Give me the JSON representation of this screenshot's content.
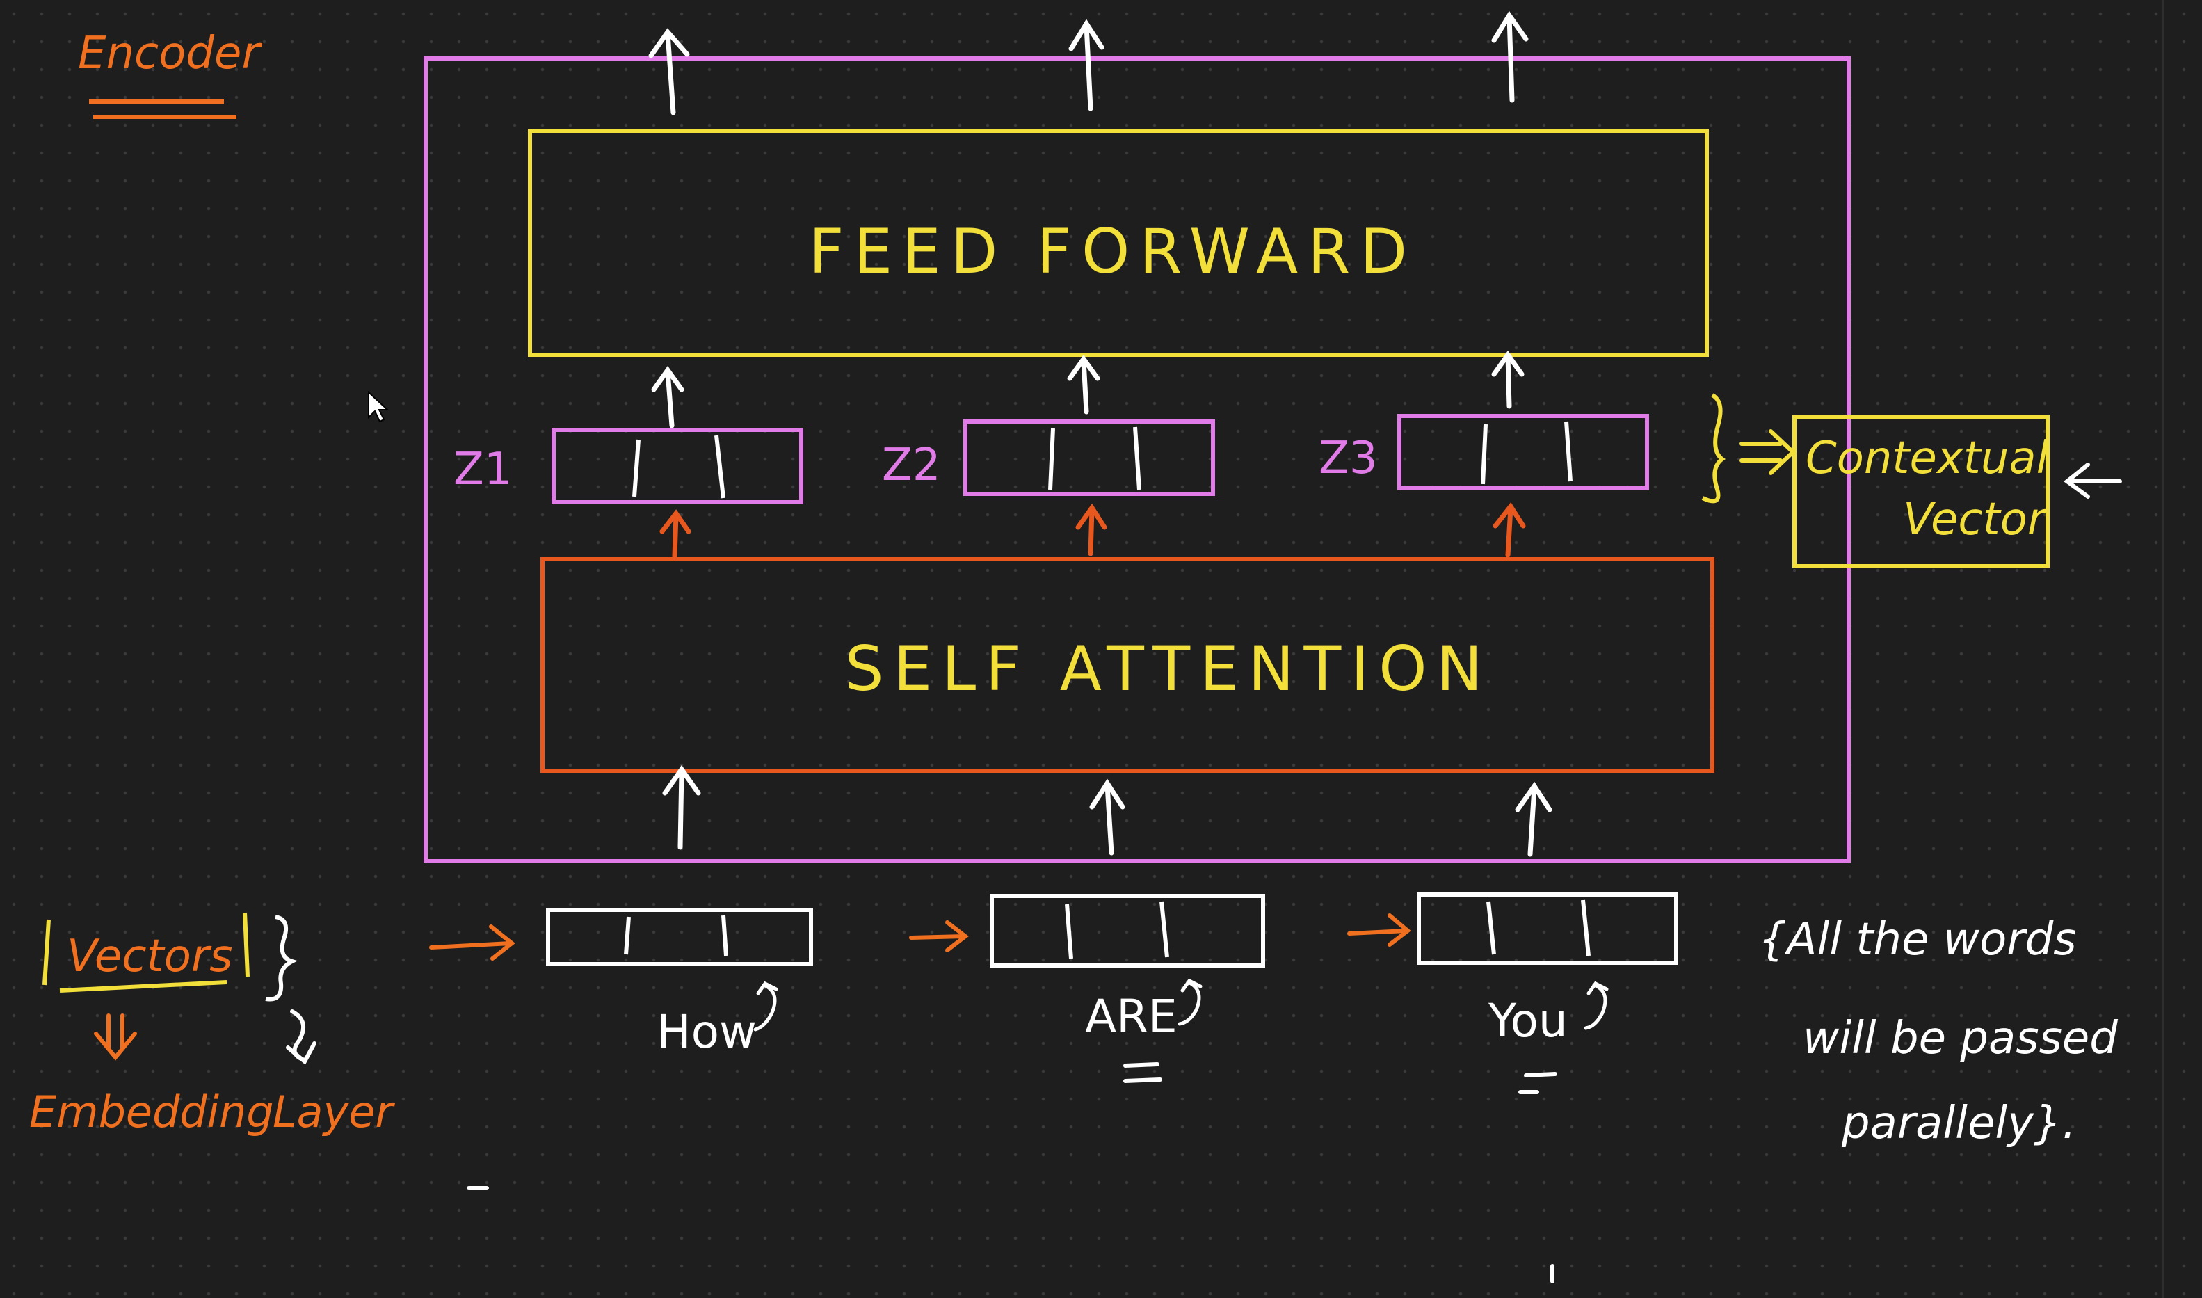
{
  "colors": {
    "background": "#1e1e1e",
    "encoder_box": "#e07be8",
    "feed_forward": "#f2df3a",
    "self_attention": "#e8581e",
    "z_vectors": "#e07be8",
    "word_vectors": "#ffffff",
    "annotation_orange": "#f07020",
    "annotation_yellow": "#f2df3a",
    "annotation_white": "#ffffff"
  },
  "diagram": {
    "title": "Encoder",
    "feed_forward_label": "FEED FORWARD",
    "self_attention_label": "SELF ATTENTION",
    "z_labels": [
      "Z1",
      "Z2",
      "Z3"
    ],
    "contextual_vector_label": [
      "Contextual",
      "Vector"
    ],
    "words": [
      "How",
      "ARE",
      "You"
    ],
    "vectors_label": "Vectors",
    "embedding_label": "Embedding",
    "layer_label": "Layer",
    "note_lines": [
      "{All the words",
      "will be passed",
      "parallely}."
    ]
  },
  "icons": {
    "cursor": "mouse-pointer-icon",
    "arrow": "arrow-up-icon"
  }
}
